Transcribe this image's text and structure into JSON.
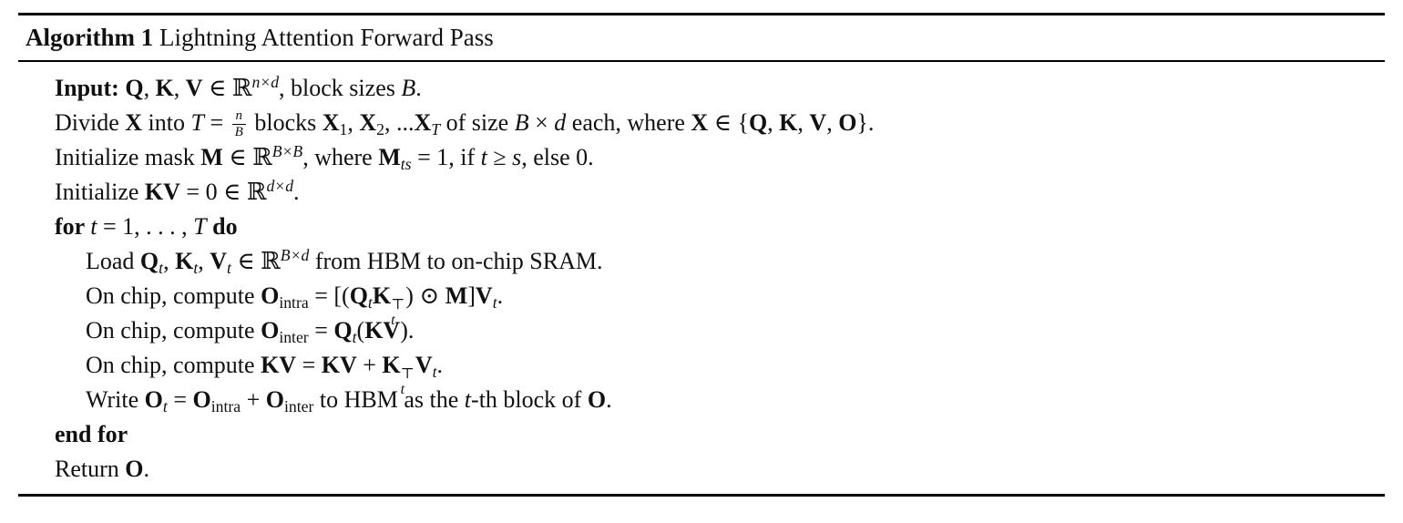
{
  "algorithm": {
    "label": "Algorithm 1",
    "title": "Lightning Attention Forward Pass",
    "lines": [
      {
        "indent": 0,
        "segments": [
          {
            "t": "Input: ",
            "b": true
          },
          {
            "t": "Q",
            "b": true
          },
          {
            "t": ", "
          },
          {
            "t": "K",
            "b": true
          },
          {
            "t": ", "
          },
          {
            "t": "V",
            "b": true
          },
          {
            "t": " ∈ ℝ"
          },
          {
            "t": "n×d",
            "pos": "sup",
            "i": true
          },
          {
            "t": ", block sizes "
          },
          {
            "t": "B",
            "i": true
          },
          {
            "t": "."
          }
        ]
      },
      {
        "indent": 0,
        "segments": [
          {
            "t": "Divide "
          },
          {
            "t": "X",
            "b": true
          },
          {
            "t": " into "
          },
          {
            "t": "T",
            "i": true
          },
          {
            "t": " = "
          },
          {
            "frac": {
              "num": "n",
              "den": "B"
            }
          },
          {
            "t": " blocks "
          },
          {
            "t": "X",
            "b": true
          },
          {
            "t": "1",
            "pos": "sub"
          },
          {
            "t": ", "
          },
          {
            "t": "X",
            "b": true
          },
          {
            "t": "2",
            "pos": "sub"
          },
          {
            "t": ", ..."
          },
          {
            "t": "X",
            "b": true
          },
          {
            "t": "T",
            "pos": "sub",
            "i": true
          },
          {
            "t": " of size "
          },
          {
            "t": "B",
            "i": true
          },
          {
            "t": " × "
          },
          {
            "t": "d",
            "i": true
          },
          {
            "t": " each, where "
          },
          {
            "t": "X",
            "b": true
          },
          {
            "t": " ∈ {"
          },
          {
            "t": "Q",
            "b": true
          },
          {
            "t": ", "
          },
          {
            "t": "K",
            "b": true
          },
          {
            "t": ", "
          },
          {
            "t": "V",
            "b": true
          },
          {
            "t": ", "
          },
          {
            "t": "O",
            "b": true
          },
          {
            "t": "}."
          }
        ]
      },
      {
        "indent": 0,
        "segments": [
          {
            "t": "Initialize mask "
          },
          {
            "t": "M",
            "b": true
          },
          {
            "t": " ∈ ℝ"
          },
          {
            "t": "B×B",
            "pos": "sup",
            "i": true
          },
          {
            "t": ", where "
          },
          {
            "t": "M",
            "b": true
          },
          {
            "t": "ts",
            "pos": "sub",
            "i": true
          },
          {
            "t": " = 1, if "
          },
          {
            "t": "t",
            "i": true
          },
          {
            "t": " ≥ "
          },
          {
            "t": "s",
            "i": true
          },
          {
            "t": ", else 0."
          }
        ]
      },
      {
        "indent": 0,
        "segments": [
          {
            "t": "Initialize "
          },
          {
            "t": "KV",
            "b": true
          },
          {
            "t": " = 0 ∈ ℝ"
          },
          {
            "t": "d×d",
            "pos": "sup",
            "i": true
          },
          {
            "t": "."
          }
        ]
      },
      {
        "indent": 0,
        "segments": [
          {
            "t": "for ",
            "b": true
          },
          {
            "t": "t",
            "i": true
          },
          {
            "t": " = 1, . . . , "
          },
          {
            "t": "T",
            "i": true
          },
          {
            "t": " "
          },
          {
            "t": "do",
            "b": true
          }
        ]
      },
      {
        "indent": 1,
        "segments": [
          {
            "t": "Load "
          },
          {
            "t": "Q",
            "b": true
          },
          {
            "t": "t",
            "pos": "sub",
            "i": true
          },
          {
            "t": ", "
          },
          {
            "t": "K",
            "b": true
          },
          {
            "t": "t",
            "pos": "sub",
            "i": true
          },
          {
            "t": ", "
          },
          {
            "t": "V",
            "b": true
          },
          {
            "t": "t",
            "pos": "sub",
            "i": true
          },
          {
            "t": " ∈ ℝ"
          },
          {
            "t": "B×d",
            "pos": "sup",
            "i": true
          },
          {
            "t": " from HBM to on-chip SRAM."
          }
        ]
      },
      {
        "indent": 1,
        "segments": [
          {
            "t": "On chip, compute "
          },
          {
            "t": "O",
            "b": true
          },
          {
            "t": "intra",
            "pos": "sub"
          },
          {
            "t": " = [("
          },
          {
            "t": "Q",
            "b": true
          },
          {
            "t": "t",
            "pos": "sub",
            "i": true
          },
          {
            "t": "K",
            "b": true
          },
          {
            "stack": {
              "sup": "⊤",
              "sub": "t"
            }
          },
          {
            "t": ") ⊙ "
          },
          {
            "t": "M",
            "b": true
          },
          {
            "t": "]"
          },
          {
            "t": "V",
            "b": true
          },
          {
            "t": "t",
            "pos": "sub",
            "i": true
          },
          {
            "t": "."
          }
        ]
      },
      {
        "indent": 1,
        "segments": [
          {
            "t": "On chip, compute "
          },
          {
            "t": "O",
            "b": true
          },
          {
            "t": "inter",
            "pos": "sub"
          },
          {
            "t": " = "
          },
          {
            "t": "Q",
            "b": true
          },
          {
            "t": "t",
            "pos": "sub",
            "i": true
          },
          {
            "t": "("
          },
          {
            "t": "KV",
            "b": true
          },
          {
            "t": ")."
          }
        ]
      },
      {
        "indent": 1,
        "segments": [
          {
            "t": "On chip, compute "
          },
          {
            "t": "KV",
            "b": true
          },
          {
            "t": " = "
          },
          {
            "t": "KV",
            "b": true
          },
          {
            "t": " + "
          },
          {
            "t": "K",
            "b": true
          },
          {
            "stack": {
              "sup": "⊤",
              "sub": "t"
            }
          },
          {
            "t": "V",
            "b": true
          },
          {
            "t": "t",
            "pos": "sub",
            "i": true
          },
          {
            "t": "."
          }
        ]
      },
      {
        "indent": 1,
        "segments": [
          {
            "t": "Write "
          },
          {
            "t": "O",
            "b": true
          },
          {
            "t": "t",
            "pos": "sub",
            "i": true
          },
          {
            "t": " = "
          },
          {
            "t": "O",
            "b": true
          },
          {
            "t": "intra",
            "pos": "sub"
          },
          {
            "t": " + "
          },
          {
            "t": "O",
            "b": true
          },
          {
            "t": "inter",
            "pos": "sub"
          },
          {
            "t": " to HBM as the "
          },
          {
            "t": "t",
            "i": true
          },
          {
            "t": "-th block of "
          },
          {
            "t": "O",
            "b": true
          },
          {
            "t": "."
          }
        ]
      },
      {
        "indent": 0,
        "segments": [
          {
            "t": "end for",
            "b": true
          }
        ]
      },
      {
        "indent": 0,
        "segments": [
          {
            "t": "Return "
          },
          {
            "t": "O",
            "b": true
          },
          {
            "t": "."
          }
        ]
      }
    ]
  }
}
